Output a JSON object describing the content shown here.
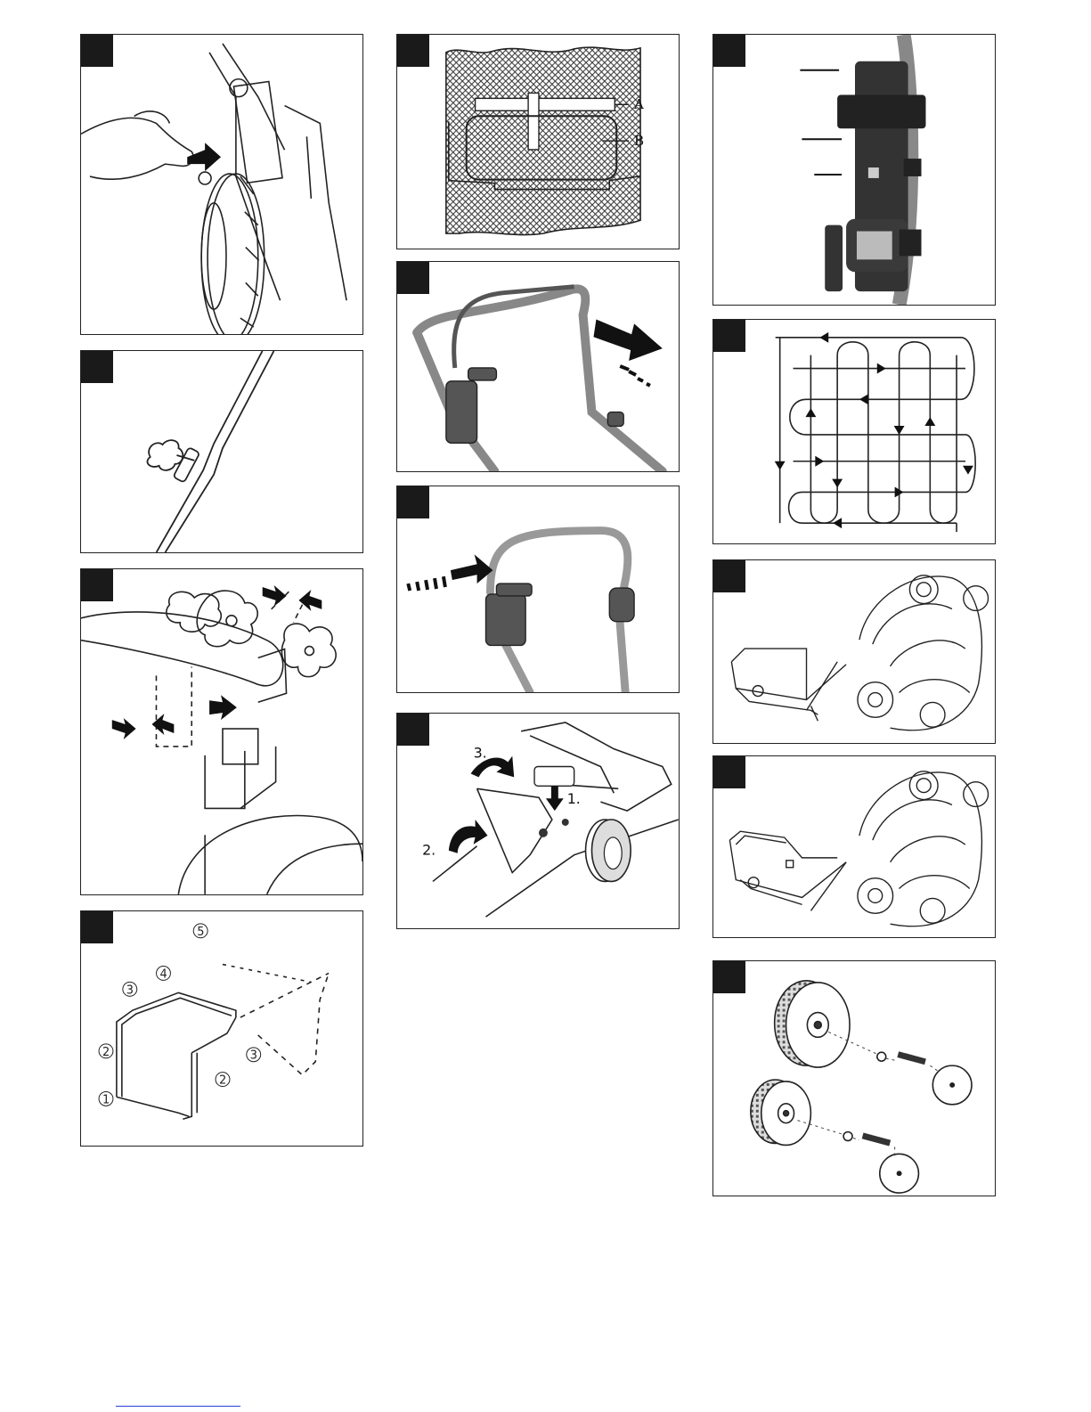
{
  "fig_bag": {
    "label_a": "A",
    "label_b": "B"
  },
  "fig_assembly": {
    "step_1": "1.",
    "step_2": "2.",
    "step_3": "3."
  },
  "fig_frame_parts": {
    "p1": "1",
    "p2": "2",
    "p2b": "2",
    "p3": "3",
    "p3b": "3",
    "p4": "4",
    "p5": "5"
  }
}
